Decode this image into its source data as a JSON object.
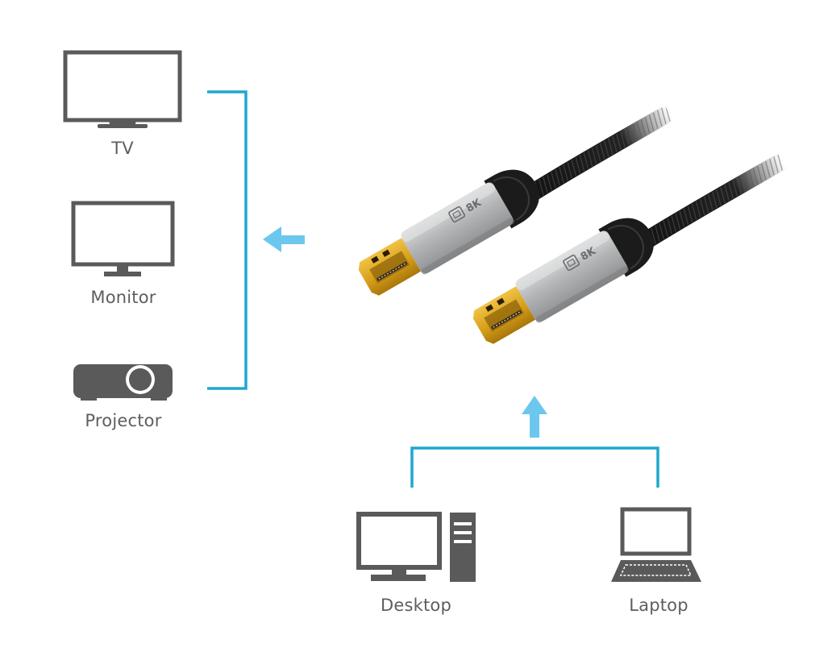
{
  "outputs": {
    "tv": {
      "label": "TV",
      "icon": "tv-icon"
    },
    "monitor": {
      "label": "Monitor",
      "icon": "monitor-icon"
    },
    "projector": {
      "label": "Projector",
      "icon": "projector-icon"
    }
  },
  "sources": {
    "desktop": {
      "label": "Desktop",
      "icon": "desktop-computer-icon"
    },
    "laptop": {
      "label": "Laptop",
      "icon": "laptop-icon"
    }
  },
  "cable": {
    "connector_text": "8K",
    "icon": "displayport-cable-icon"
  },
  "colors": {
    "connector_line": "#1ea7cf",
    "arrow": "#6cc7ee",
    "device_icon": "#5a5a5a",
    "label_text": "#5e5e5e",
    "cable_braid": "#1b1b1b",
    "connector_housing": "#a9abad",
    "gold_plug": "#d8a21a"
  }
}
